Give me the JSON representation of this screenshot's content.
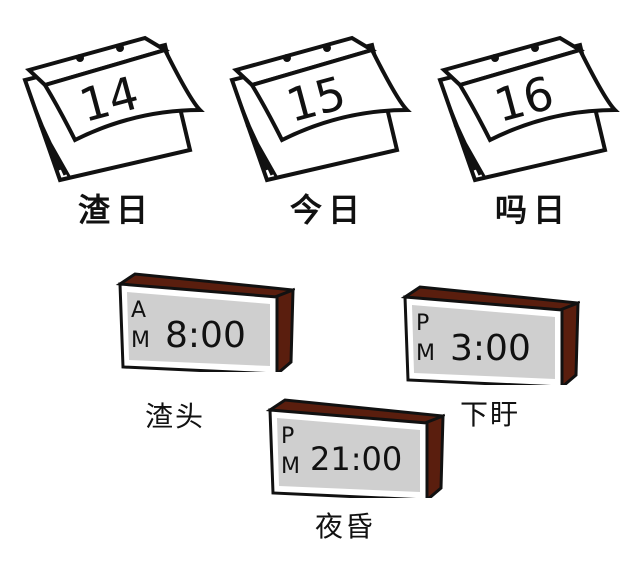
{
  "calendars": [
    {
      "day": "14",
      "label": "渣日"
    },
    {
      "day": "15",
      "label": "今日"
    },
    {
      "day": "16",
      "label": "吗日"
    }
  ],
  "clocks": [
    {
      "ampm_top": "A",
      "ampm_bottom": "M",
      "time": "8:00",
      "label": "渣头"
    },
    {
      "ampm_top": "P",
      "ampm_bottom": "M",
      "time": "3:00",
      "label": "下盱"
    },
    {
      "ampm_top": "P",
      "ampm_bottom": "M",
      "time": "21:00",
      "label": "夜昏"
    }
  ],
  "colors": {
    "clock_body": "#5a1e0e",
    "clock_screen": "#cfcfcf",
    "ink": "#111111"
  }
}
